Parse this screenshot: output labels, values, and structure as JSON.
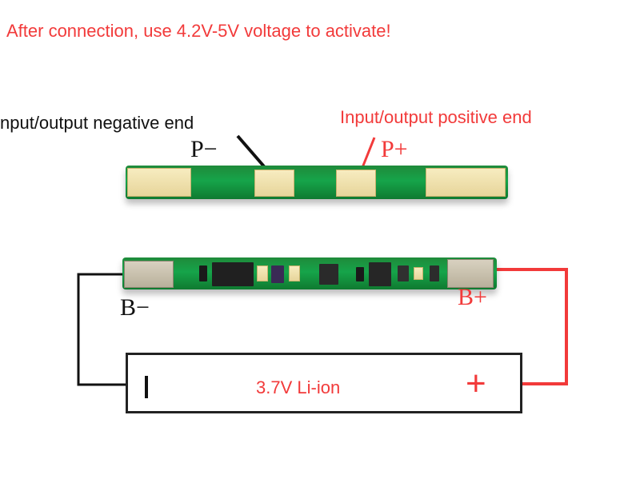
{
  "headline": "After connection, use 4.2V-5V voltage to activate!",
  "labels": {
    "negative_end": "nput/output negative end",
    "positive_end": "Input/output positive end"
  },
  "pins": {
    "p_minus": "P−",
    "p_plus": "P+",
    "b_minus": "B−",
    "b_plus": "B+"
  },
  "battery": {
    "label": "3.7V Li-ion",
    "negative_symbol": "|",
    "positive_symbol": "+"
  },
  "colors": {
    "accent_red": "#f23a3a",
    "wire_black": "#111111",
    "pcb_green": "#16a44a",
    "pad_gold": "#efe0ac"
  }
}
